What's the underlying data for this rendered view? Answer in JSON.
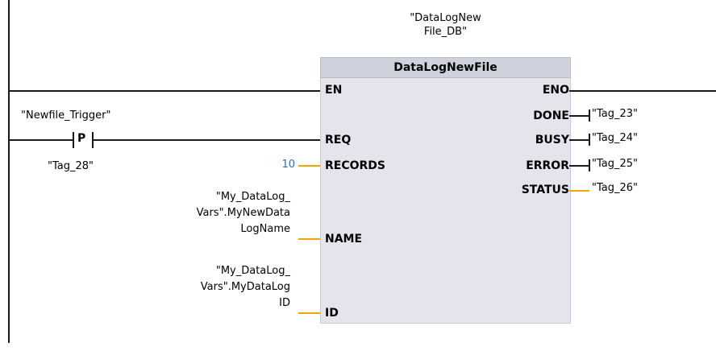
{
  "instance": {
    "db_name": "\"DataLogNew\nFile_DB\"",
    "block_name": "DataLogNewFile"
  },
  "inputs": {
    "en": "EN",
    "req": "REQ",
    "records": "RECORDS",
    "name": "NAME",
    "id": "ID"
  },
  "outputs": {
    "eno": "ENO",
    "done": "DONE",
    "busy": "BUSY",
    "error": "ERROR",
    "status": "STATUS"
  },
  "operands": {
    "trigger_tag": "\"Newfile_Trigger\"",
    "edge_label": "P",
    "edge_memory": "\"Tag_28\"",
    "records_value": "10",
    "name_operand": "\"My_DataLog_\nVars\".MyNewData\nLogName",
    "id_operand": "\"My_DataLog_\nVars\".MyDataLog\nID",
    "done_tag": "\"Tag_23\"",
    "busy_tag": "\"Tag_24\"",
    "error_tag": "\"Tag_25\"",
    "status_tag": "\"Tag_26\""
  },
  "colors": {
    "wire": "#1a1a1a",
    "param_wire": "#f0a400",
    "block_body": "#e4e4ec",
    "block_header": "#cfd2dc",
    "constant": "#2a6bd6"
  }
}
